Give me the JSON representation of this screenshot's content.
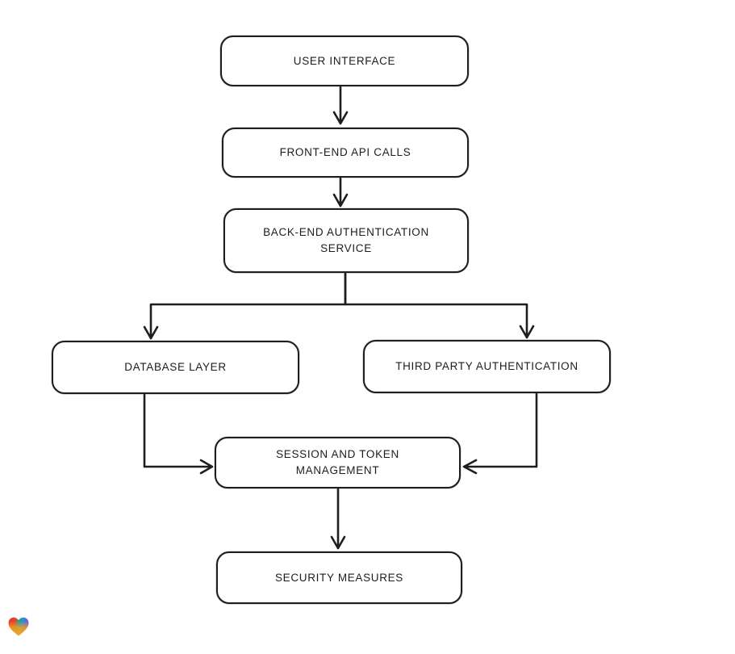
{
  "diagram": {
    "type": "flowchart",
    "style": "hand-drawn",
    "background": "#ffffff",
    "stroke_color": "#1e1e1e",
    "node_fill": "#ffffff",
    "nodes": [
      {
        "id": "user-interface",
        "label": "USER INTERFACE"
      },
      {
        "id": "front-end-api-calls",
        "label": "FRONT-END API CALLS"
      },
      {
        "id": "back-end-authentication-service",
        "label": "BACK-END AUTHENTICATION SERVICE"
      },
      {
        "id": "database-layer",
        "label": "DATABASE LAYER"
      },
      {
        "id": "third-party-authentication",
        "label": "THIRD PARTY AUTHENTICATION"
      },
      {
        "id": "session-and-token-management",
        "label": "SESSION AND TOKEN MANAGEMENT"
      },
      {
        "id": "security-measures",
        "label": "SECURITY MEASURES"
      }
    ],
    "edges": [
      {
        "from": "user-interface",
        "to": "front-end-api-calls"
      },
      {
        "from": "front-end-api-calls",
        "to": "back-end-authentication-service"
      },
      {
        "from": "back-end-authentication-service",
        "to": "database-layer"
      },
      {
        "from": "back-end-authentication-service",
        "to": "third-party-authentication"
      },
      {
        "from": "database-layer",
        "to": "session-and-token-management"
      },
      {
        "from": "third-party-authentication",
        "to": "session-and-token-management"
      },
      {
        "from": "session-and-token-management",
        "to": "security-measures"
      }
    ]
  },
  "branding": {
    "logo_icon": "gradient-heart-icon",
    "logo_colors": [
      "#ee3130",
      "#1fa294",
      "#2c8de0",
      "#f9a21b"
    ]
  }
}
